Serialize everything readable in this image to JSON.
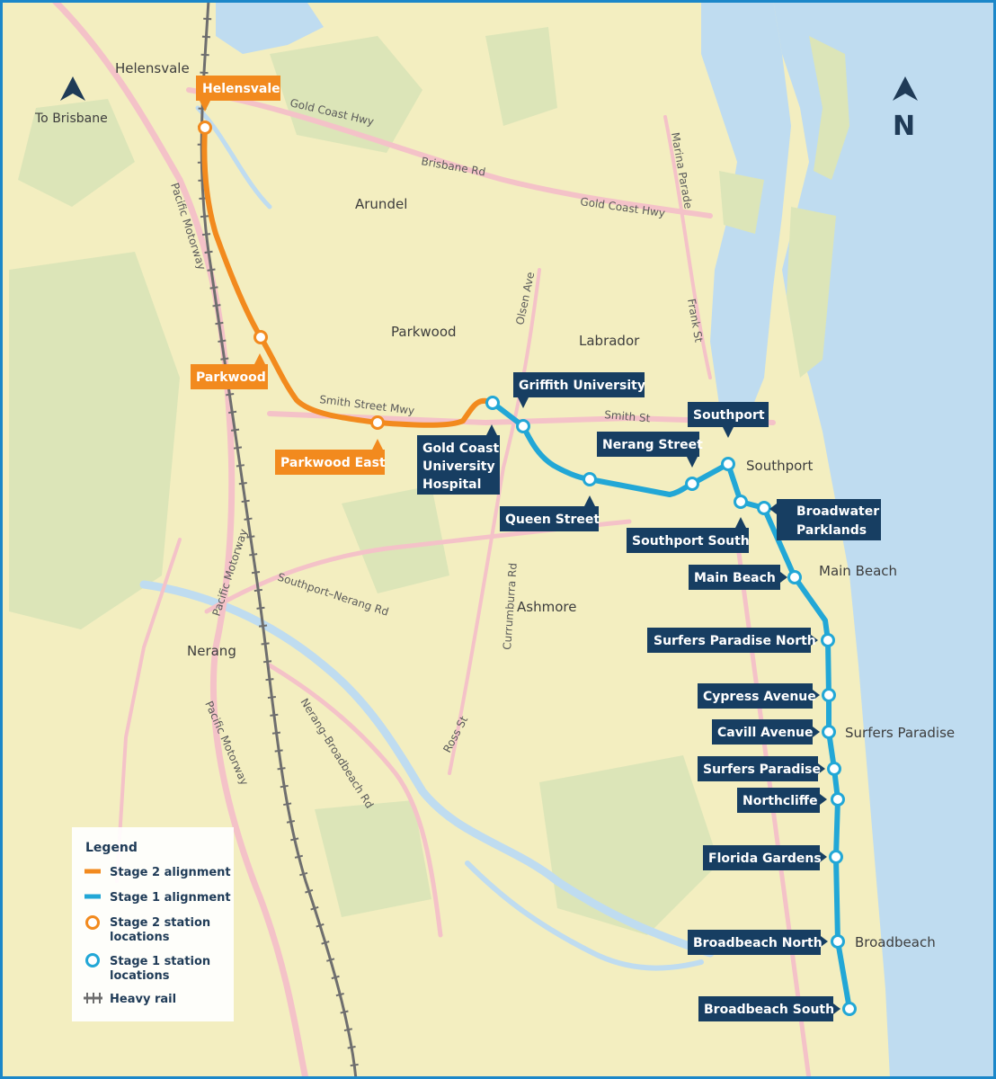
{
  "map": {
    "north_label": "N",
    "to_brisbane": "To Brisbane",
    "colors": {
      "land": "#f3eec0",
      "water": "#bfdcf0",
      "road": "#f2b8c0",
      "park": "#d8e3b5",
      "stage2": "#f28a1e",
      "stage1": "#22a7d6",
      "station_box": "#173e62",
      "rail": "#6e6e6e",
      "frame": "#1b87c9"
    },
    "places": {
      "helensvale": "Helensvale",
      "arundel": "Arundel",
      "parkwood": "Parkwood",
      "labrador": "Labrador",
      "southport": "Southport",
      "main_beach": "Main Beach",
      "ashmore": "Ashmore",
      "nerang": "Nerang",
      "surfers_paradise": "Surfers Paradise",
      "broadbeach": "Broadbeach"
    },
    "roads": {
      "gold_coast_hwy_1": "Gold Coast Hwy",
      "brisbane_rd": "Brisbane Rd",
      "gold_coast_hwy_2": "Gold Coast Hwy",
      "marina_parade": "Marina Parade",
      "pacific_motorway_1": "Pacific Motorway",
      "olsen_ave": "Olsen Ave",
      "frank_st": "Frank St",
      "smith_street_mwy": "Smith Street Mwy",
      "smith_st": "Smith St",
      "pacific_motorway_2": "Pacific Motorway",
      "southport_nerang_rd": "Southport–Nerang Rd",
      "currumburra_rd": "Currumburra Rd",
      "nerang_broadbeach_rd": "Nerang–Broadbeach Rd",
      "pacific_motorway_3": "Pacific Motorway",
      "ross_st": "Ross St"
    },
    "stage2_stations": {
      "helensvale": "Helensvale",
      "parkwood": "Parkwood",
      "parkwood_east": "Parkwood East"
    },
    "stage1_stations": {
      "gcuh_1": "Gold Coast",
      "gcuh_2": "University",
      "gcuh_3": "Hospital",
      "griffith": "Griffith University",
      "queen_street": "Queen Street",
      "nerang_street": "Nerang Street",
      "southport": "Southport",
      "southport_south": "Southport South",
      "broadwater_1": "Broadwater",
      "broadwater_2": "Parklands",
      "main_beach": "Main Beach",
      "surfers_north": "Surfers Paradise North",
      "cypress": "Cypress Avenue",
      "cavill": "Cavill Avenue",
      "surfers": "Surfers Paradise",
      "northcliffe": "Northcliffe",
      "florida": "Florida Gardens",
      "broadbeach_north": "Broadbeach North",
      "broadbeach_south": "Broadbeach South"
    }
  },
  "legend": {
    "title": "Legend",
    "stage2_alignment": "Stage 2 alignment",
    "stage1_alignment": "Stage 1 alignment",
    "stage2_stations_1": "Stage 2 station",
    "stage2_stations_2": "locations",
    "stage1_stations_1": "Stage 1 station",
    "stage1_stations_2": "locations",
    "heavy_rail": "Heavy rail"
  }
}
